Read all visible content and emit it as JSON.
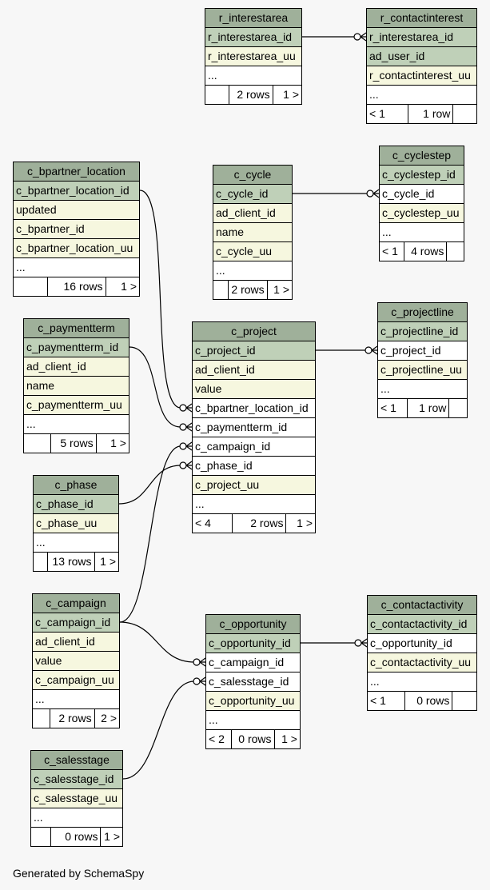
{
  "tables": [
    {
      "id": "r_interestarea",
      "title": "r_interestarea",
      "columns": [
        {
          "name": "r_interestarea_id",
          "kind": "pk"
        },
        {
          "name": "r_interestarea_uu",
          "kind": "uq"
        },
        {
          "name": "...",
          "kind": "more"
        }
      ],
      "footer": {
        "parents": "",
        "rows": "2 rows",
        "children": "1 >"
      }
    },
    {
      "id": "r_contactinterest",
      "title": "r_contactinterest",
      "columns": [
        {
          "name": "r_interestarea_id",
          "kind": "pk"
        },
        {
          "name": "ad_user_id",
          "kind": "pk"
        },
        {
          "name": "r_contactinterest_uu",
          "kind": "uq"
        },
        {
          "name": "...",
          "kind": "more"
        }
      ],
      "footer": {
        "parents": "< 1",
        "rows": "1 row",
        "children": ""
      }
    },
    {
      "id": "c_bpartner_location",
      "title": "c_bpartner_location",
      "columns": [
        {
          "name": "c_bpartner_location_id",
          "kind": "pk"
        },
        {
          "name": "updated",
          "kind": "uq"
        },
        {
          "name": "c_bpartner_id",
          "kind": "uq"
        },
        {
          "name": "c_bpartner_location_uu",
          "kind": "uq"
        },
        {
          "name": "...",
          "kind": "more"
        }
      ],
      "footer": {
        "parents": "",
        "rows": "16 rows",
        "children": "1 >"
      }
    },
    {
      "id": "c_cycle",
      "title": "c_cycle",
      "columns": [
        {
          "name": "c_cycle_id",
          "kind": "pk"
        },
        {
          "name": "ad_client_id",
          "kind": "uq"
        },
        {
          "name": "name",
          "kind": "uq"
        },
        {
          "name": "c_cycle_uu",
          "kind": "uq"
        },
        {
          "name": "...",
          "kind": "more"
        }
      ],
      "footer": {
        "parents": "",
        "rows": "2 rows",
        "children": "1 >"
      }
    },
    {
      "id": "c_cyclestep",
      "title": "c_cyclestep",
      "columns": [
        {
          "name": "c_cyclestep_id",
          "kind": "pk"
        },
        {
          "name": "c_cycle_id",
          "kind": "fk"
        },
        {
          "name": "c_cyclestep_uu",
          "kind": "uq"
        },
        {
          "name": "...",
          "kind": "more"
        }
      ],
      "footer": {
        "parents": "< 1",
        "rows": "4 rows",
        "children": ""
      }
    },
    {
      "id": "c_paymentterm",
      "title": "c_paymentterm",
      "columns": [
        {
          "name": "c_paymentterm_id",
          "kind": "pk"
        },
        {
          "name": "ad_client_id",
          "kind": "uq"
        },
        {
          "name": "name",
          "kind": "uq"
        },
        {
          "name": "c_paymentterm_uu",
          "kind": "uq"
        },
        {
          "name": "...",
          "kind": "more"
        }
      ],
      "footer": {
        "parents": "",
        "rows": "5 rows",
        "children": "1 >"
      }
    },
    {
      "id": "c_project",
      "title": "c_project",
      "columns": [
        {
          "name": "c_project_id",
          "kind": "pk"
        },
        {
          "name": "ad_client_id",
          "kind": "uq"
        },
        {
          "name": "value",
          "kind": "uq"
        },
        {
          "name": "c_bpartner_location_id",
          "kind": "fk"
        },
        {
          "name": "c_paymentterm_id",
          "kind": "fk"
        },
        {
          "name": "c_campaign_id",
          "kind": "fk"
        },
        {
          "name": "c_phase_id",
          "kind": "fk"
        },
        {
          "name": "c_project_uu",
          "kind": "uq"
        },
        {
          "name": "...",
          "kind": "more"
        }
      ],
      "footer": {
        "parents": "< 4",
        "rows": "2 rows",
        "children": "1 >"
      }
    },
    {
      "id": "c_projectline",
      "title": "c_projectline",
      "columns": [
        {
          "name": "c_projectline_id",
          "kind": "pk"
        },
        {
          "name": "c_project_id",
          "kind": "fk"
        },
        {
          "name": "c_projectline_uu",
          "kind": "uq"
        },
        {
          "name": "...",
          "kind": "more"
        }
      ],
      "footer": {
        "parents": "< 1",
        "rows": "1 row",
        "children": ""
      }
    },
    {
      "id": "c_phase",
      "title": "c_phase",
      "columns": [
        {
          "name": "c_phase_id",
          "kind": "pk"
        },
        {
          "name": "c_phase_uu",
          "kind": "uq"
        },
        {
          "name": "...",
          "kind": "more"
        }
      ],
      "footer": {
        "parents": "",
        "rows": "13 rows",
        "children": "1 >"
      }
    },
    {
      "id": "c_campaign",
      "title": "c_campaign",
      "columns": [
        {
          "name": "c_campaign_id",
          "kind": "pk"
        },
        {
          "name": "ad_client_id",
          "kind": "uq"
        },
        {
          "name": "value",
          "kind": "uq"
        },
        {
          "name": "c_campaign_uu",
          "kind": "uq"
        },
        {
          "name": "...",
          "kind": "more"
        }
      ],
      "footer": {
        "parents": "",
        "rows": "2 rows",
        "children": "2 >"
      }
    },
    {
      "id": "c_opportunity",
      "title": "c_opportunity",
      "columns": [
        {
          "name": "c_opportunity_id",
          "kind": "pk"
        },
        {
          "name": "c_campaign_id",
          "kind": "fk"
        },
        {
          "name": "c_salesstage_id",
          "kind": "fk"
        },
        {
          "name": "c_opportunity_uu",
          "kind": "uq"
        },
        {
          "name": "...",
          "kind": "more"
        }
      ],
      "footer": {
        "parents": "< 2",
        "rows": "0 rows",
        "children": "1 >"
      }
    },
    {
      "id": "c_contactactivity",
      "title": "c_contactactivity",
      "columns": [
        {
          "name": "c_contactactivity_id",
          "kind": "pk"
        },
        {
          "name": "c_opportunity_id",
          "kind": "fk"
        },
        {
          "name": "c_contactactivity_uu",
          "kind": "uq"
        },
        {
          "name": "...",
          "kind": "more"
        }
      ],
      "footer": {
        "parents": "< 1",
        "rows": "0 rows",
        "children": ""
      }
    },
    {
      "id": "c_salesstage",
      "title": "c_salesstage",
      "columns": [
        {
          "name": "c_salesstage_id",
          "kind": "pk"
        },
        {
          "name": "c_salesstage_uu",
          "kind": "uq"
        },
        {
          "name": "...",
          "kind": "more"
        }
      ],
      "footer": {
        "parents": "",
        "rows": "0 rows",
        "children": "1 >"
      }
    }
  ],
  "relationships": [
    {
      "from": "r_interestarea.r_interestarea_id",
      "to": "r_contactinterest.r_interestarea_id"
    },
    {
      "from": "c_cycle.c_cycle_id",
      "to": "c_cyclestep.c_cycle_id"
    },
    {
      "from": "c_project.c_project_id",
      "to": "c_projectline.c_project_id"
    },
    {
      "from": "c_bpartner_location.c_bpartner_location_id",
      "to": "c_project.c_bpartner_location_id"
    },
    {
      "from": "c_paymentterm.c_paymentterm_id",
      "to": "c_project.c_paymentterm_id"
    },
    {
      "from": "c_campaign.c_campaign_id",
      "to": "c_project.c_campaign_id"
    },
    {
      "from": "c_phase.c_phase_id",
      "to": "c_project.c_phase_id"
    },
    {
      "from": "c_campaign.c_campaign_id",
      "to": "c_opportunity.c_campaign_id"
    },
    {
      "from": "c_salesstage.c_salesstage_id",
      "to": "c_opportunity.c_salesstage_id"
    },
    {
      "from": "c_opportunity.c_opportunity_id",
      "to": "c_contactactivity.c_opportunity_id"
    }
  ],
  "footer_text": "Generated by SchemaSpy",
  "colors": {
    "header": "#9fb09a",
    "primary_key": "#bfd0b8",
    "indexed": "#f6f7df",
    "background": "#f7f7f7"
  }
}
